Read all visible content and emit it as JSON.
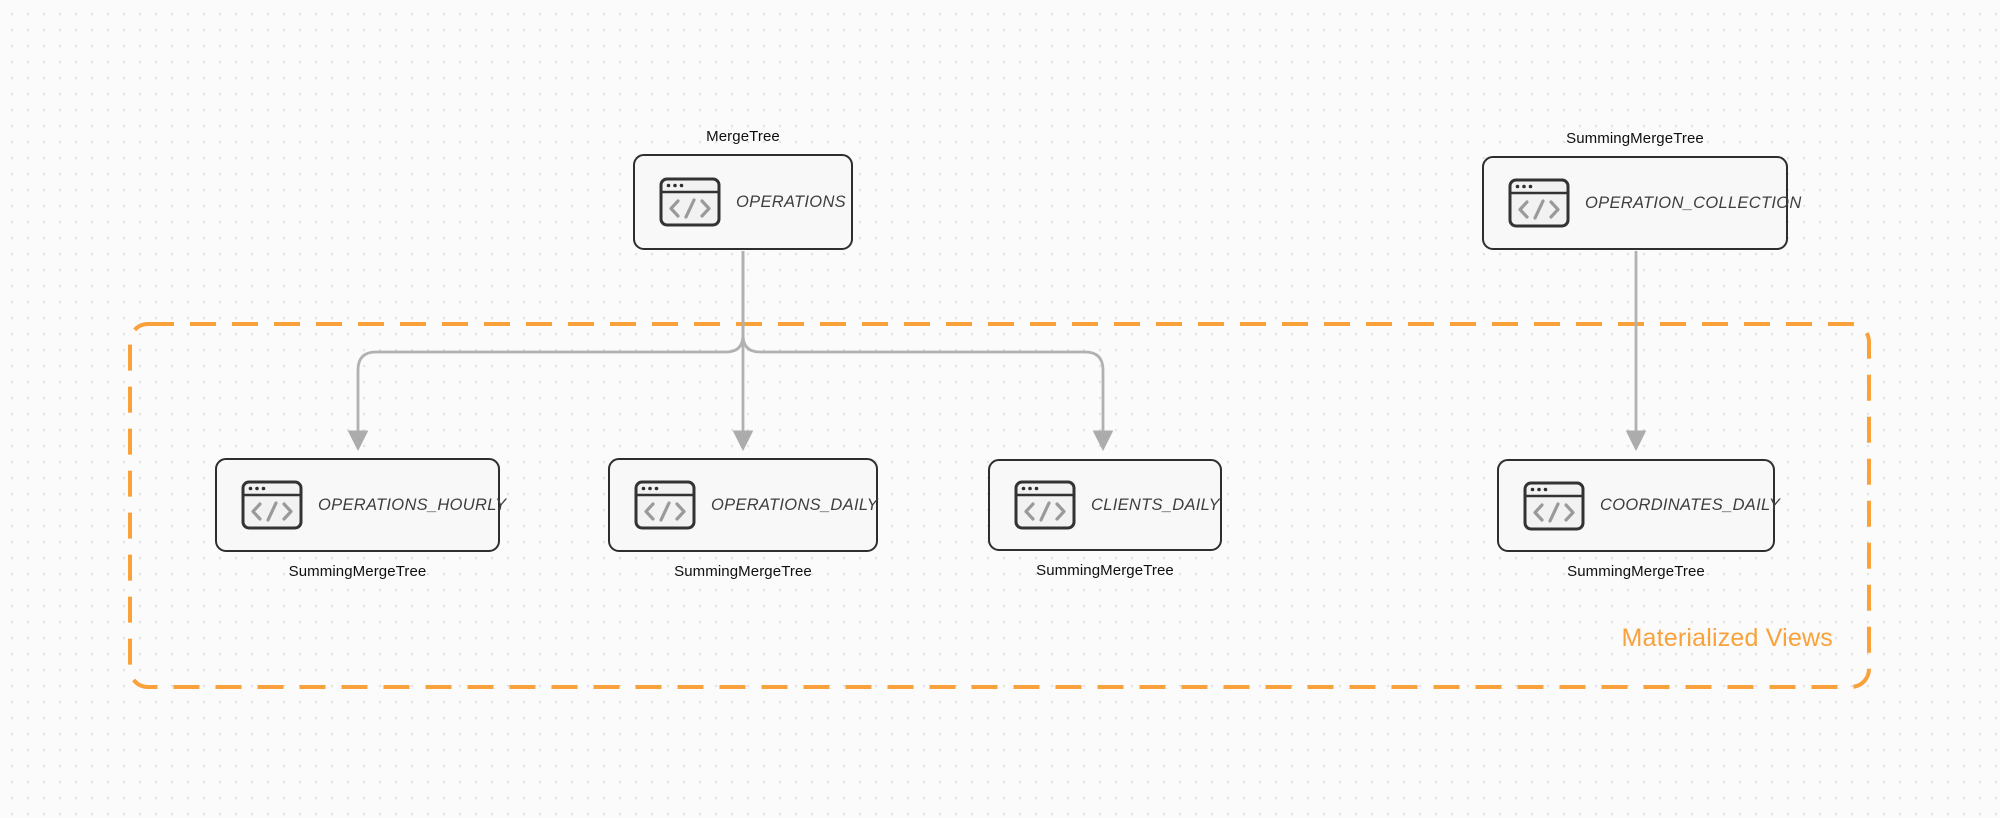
{
  "canvas": {
    "group": {
      "label": "Materialized Views",
      "border_color": "#F9A23B",
      "label_color": "#F9A23B"
    },
    "colors": {
      "background": "#fbfbfb",
      "grid_dot": "#e4e4e4",
      "edge": "#b1b1b1",
      "arrowhead": "#acacac",
      "node_border": "#2e2e2e",
      "node_background": "#f7f8f7",
      "node_title_text": "#3e3e3e",
      "engine_label_text": "#0f0f0f"
    },
    "icon_name": "code-window-icon",
    "nodes": [
      {
        "title": "OPERATIONS",
        "engine": "MergeTree"
      },
      {
        "title": "OPERATION_COLLECTION",
        "engine": "SummingMergeTree"
      },
      {
        "title": "OPERATIONS_HOURLY",
        "engine": "SummingMergeTree"
      },
      {
        "title": "OPERATIONS_DAILY",
        "engine": "SummingMergeTree"
      },
      {
        "title": "CLIENTS_DAILY",
        "engine": "SummingMergeTree"
      },
      {
        "title": "COORDINATES_DAILY",
        "engine": "SummingMergeTree"
      }
    ]
  }
}
